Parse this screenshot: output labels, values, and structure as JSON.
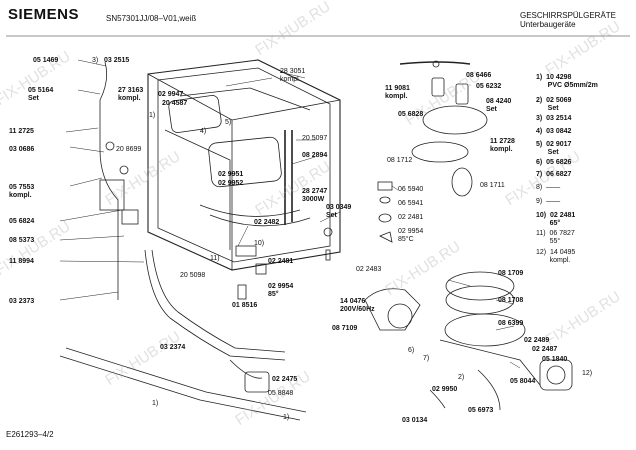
{
  "header": {
    "brand": "SIEMENS",
    "model": "SN57301JJ/08–V01,weiß",
    "category_line1": "GESCHIRRSPÜLGERÄTE",
    "category_line2": "Unterbaugeräte"
  },
  "footer": {
    "code": "E261293–4/2"
  },
  "watermark": "FIX-HUB.RU",
  "parts": [
    {
      "text": "05 1469"
    },
    {
      "text": "3)"
    },
    {
      "text": "03 2515"
    },
    {
      "text": "05 5164\nSet"
    },
    {
      "text": "27 3163\nkompl."
    },
    {
      "text": "11 2725"
    },
    {
      "text": "03 0686"
    },
    {
      "text": "20 8699"
    },
    {
      "text": "05 7553\nkompl."
    },
    {
      "text": "05 6824"
    },
    {
      "text": "08 5373"
    },
    {
      "text": "11 8994"
    },
    {
      "text": "03 2373"
    },
    {
      "text": "03 2374"
    },
    {
      "text": "02 2475"
    },
    {
      "text": "05 8848"
    },
    {
      "text": "1)"
    },
    {
      "text": "1)"
    },
    {
      "text": "1)"
    },
    {
      "text": "4)"
    },
    {
      "text": "5)"
    },
    {
      "text": "02 9947"
    },
    {
      "text": "20 4587"
    },
    {
      "text": "28 3051\nkompl."
    },
    {
      "text": "20 5097"
    },
    {
      "text": "08 2894"
    },
    {
      "text": "02 9951"
    },
    {
      "text": "02 9952"
    },
    {
      "text": "28 2747\n3000W"
    },
    {
      "text": "03 0349\nSet"
    },
    {
      "text": "02 2482"
    },
    {
      "text": "10)"
    },
    {
      "text": "11)"
    },
    {
      "text": "02 2481"
    },
    {
      "text": "02 9954\n85°"
    },
    {
      "text": "01 8516"
    },
    {
      "text": "20 5098"
    },
    {
      "text": "11 9081\nkompl."
    },
    {
      "text": "08 6466"
    },
    {
      "text": "05 6232"
    },
    {
      "text": "08 4240\nSet"
    },
    {
      "text": "05 6828"
    },
    {
      "text": "11 2728\nkompl."
    },
    {
      "text": "08 1712"
    },
    {
      "text": "06 5940"
    },
    {
      "text": "06 5941"
    },
    {
      "text": "02 2481"
    },
    {
      "text": "02 9954\n85°C"
    },
    {
      "text": "08 1711"
    },
    {
      "text": "02 2483"
    },
    {
      "text": "08 1709"
    },
    {
      "text": "14 0476\n200V/60Hz"
    },
    {
      "text": "08 1708"
    },
    {
      "text": "08 7109"
    },
    {
      "text": "08 6399"
    },
    {
      "text": "6)"
    },
    {
      "text": "7)"
    },
    {
      "text": "02 2489"
    },
    {
      "text": "02 2487"
    },
    {
      "text": "05 1840"
    },
    {
      "text": "05 8044"
    },
    {
      "text": "02 9950"
    },
    {
      "text": "2)"
    },
    {
      "text": "12)"
    },
    {
      "text": "05 6973"
    },
    {
      "text": "03 0134"
    }
  ],
  "legend": [
    {
      "text": "1)  10 4298\n      PVC Ø5mm/2m"
    },
    {
      "text": "2)  02 5069\n      Set"
    },
    {
      "text": "3)  03 2514"
    },
    {
      "text": "4)  03 0842"
    },
    {
      "text": "5)  02 9017\n      Set"
    },
    {
      "text": "6)  05 6826"
    },
    {
      "text": "7)  06 6827"
    },
    {
      "text": "8)  ——"
    },
    {
      "text": "9)  ——"
    },
    {
      "text": "10)  02 2481\n       65°"
    },
    {
      "text": "11)  06 7827\n       55°"
    },
    {
      "text": "12)  14 0495\n       kompl."
    }
  ]
}
